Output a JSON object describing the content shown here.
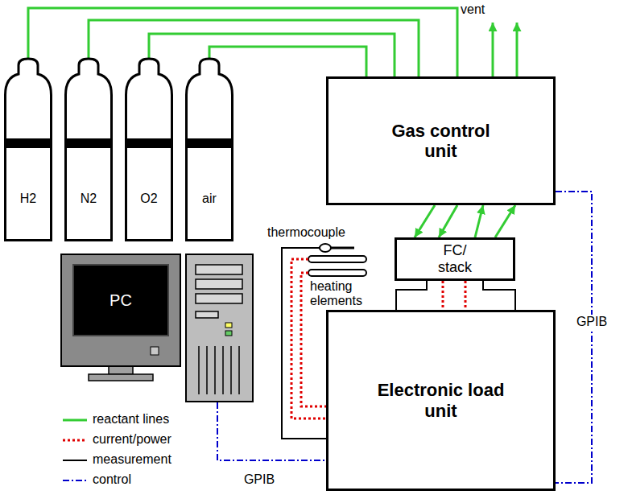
{
  "diagram": {
    "nodes": [
      {
        "text": [
          "H2"
        ]
      },
      {
        "text": [
          "N2"
        ]
      },
      {
        "text": [
          "O2"
        ]
      },
      {
        "text": [
          "air"
        ]
      },
      {
        "text": [
          "Gas control unit"
        ]
      },
      {
        "text": [
          "PC"
        ]
      },
      {
        "text": [
          "FC/ stack"
        ]
      },
      {
        "text": [
          "Electronic load unit"
        ]
      }
    ],
    "edges": [
      {
        "from": 0,
        "to": 4,
        "arrow": "none"
      },
      {
        "from": 1,
        "to": 4,
        "arrow": "none"
      },
      {
        "from": 2,
        "to": 4,
        "arrow": "none"
      },
      {
        "from": 3,
        "to": 4,
        "arrow": "none"
      },
      {
        "from": 4,
        "to": 6,
        "arrow": "to"
      },
      {
        "from": 4,
        "to": 6,
        "arrow": "to"
      },
      {
        "from": 6,
        "to": 4,
        "arrow": "to"
      },
      {
        "from": 6,
        "to": 4,
        "arrow": "to"
      },
      {
        "from": 4,
        "to": 7,
        "label": "GPIB",
        "arrow": "none"
      },
      {
        "from": 5,
        "to": 7,
        "label": "GPIB",
        "arrow": "none"
      },
      {
        "from": 6,
        "to": 7,
        "arrow": "none"
      },
      {
        "from": 6,
        "to": 7,
        "arrow": "none"
      }
    ],
    "labels": [
      "vent",
      "thermocouple",
      "heating elements"
    ],
    "legend": [
      {
        "text": "reactant lines"
      },
      {
        "text": "current/power"
      },
      {
        "text": "measurement"
      },
      {
        "text": "control"
      }
    ]
  }
}
